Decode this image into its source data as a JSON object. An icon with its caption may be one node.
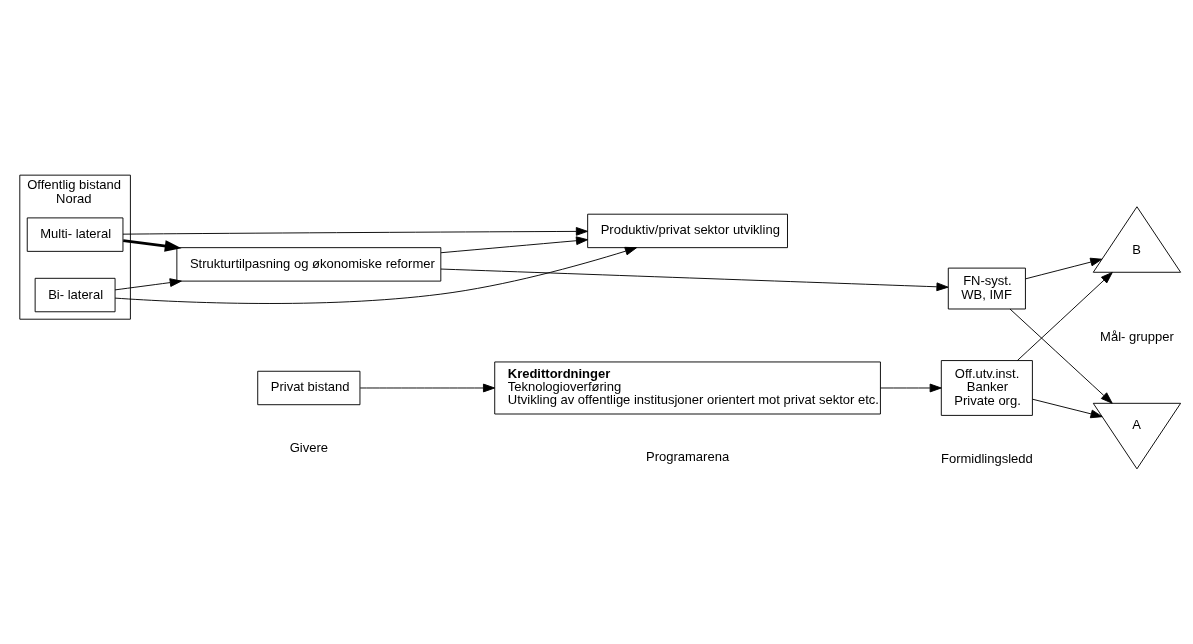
{
  "diagram": {
    "nodes": [
      {
        "text": [
          "Offentlig bistand",
          "Norad"
        ]
      },
      {
        "text": [
          "Multi- lateral"
        ],
        "in": 0
      },
      {
        "text": [
          "Bi- lateral"
        ],
        "in": 0
      },
      {
        "text": [
          "Privat bistand"
        ]
      },
      {
        "text": [
          "Strukturtilpasning og økonomiske reformer"
        ]
      },
      {
        "text": [
          "Produktiv/privat sektor utvikling"
        ]
      },
      {
        "text": [
          "Kredittordninger",
          "Teknologioverføring",
          "Utvikling av offentlige institusjoner orientert mot privat sektor etc."
        ]
      },
      {
        "text": [
          "FN-syst.",
          "WB, IMF"
        ]
      },
      {
        "text": [
          "Off.utv.inst.",
          "Banker",
          "Private org."
        ]
      },
      {
        "text": [
          "A"
        ]
      },
      {
        "text": [
          "B"
        ]
      }
    ],
    "edges": [
      {
        "from": 1,
        "to": 4,
        "arrow": "to",
        "style": "thick"
      },
      {
        "from": 2,
        "to": 4,
        "arrow": "to"
      },
      {
        "from": 1,
        "to": 5,
        "arrow": "to"
      },
      {
        "from": 2,
        "to": 5,
        "arrow": "to"
      },
      {
        "from": 4,
        "to": 5,
        "arrow": "to"
      },
      {
        "from": 3,
        "to": 6,
        "arrow": "to"
      },
      {
        "from": 4,
        "to": 7,
        "arrow": "to"
      },
      {
        "from": 6,
        "to": 8,
        "arrow": "to"
      },
      {
        "from": 7,
        "to": 9,
        "arrow": "to"
      },
      {
        "from": 7,
        "to": 10,
        "arrow": "to"
      },
      {
        "from": 8,
        "to": 9,
        "arrow": "to"
      },
      {
        "from": 8,
        "to": 10,
        "arrow": "to"
      }
    ],
    "labels": [
      "Givere",
      "Programarena",
      "Formidlingsledd",
      "Mål- grupper"
    ]
  }
}
